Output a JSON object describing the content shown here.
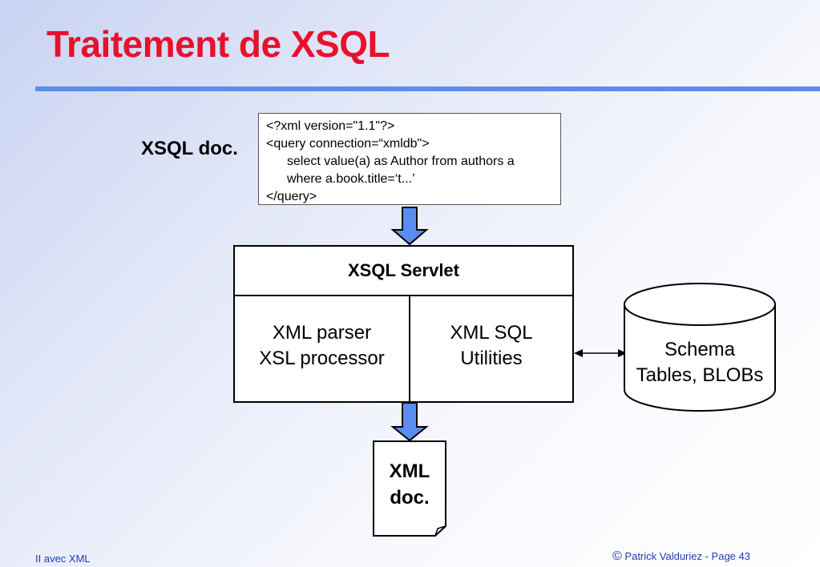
{
  "slide": {
    "title": "Traitement de XSQL",
    "footer_left": "II avec XML",
    "footer_copyright": "©",
    "footer_author": "Patrick Valduriez - Page",
    "page_number": "43"
  },
  "diagram": {
    "xsql_doc_label": "XSQL doc.",
    "code_lines": [
      "<?xml version=\"1.1\"?>",
      "<query connection=“xmldb\">",
      "select value(a) as Author from authors a",
      "where a.book.title=‘t...’",
      "</query>"
    ],
    "servlet_title": "XSQL Servlet",
    "servlet_left": [
      "XML parser",
      "XSL processor"
    ],
    "servlet_right": [
      "XML SQL",
      "Utilities"
    ],
    "database": [
      "Schema",
      "Tables, BLOBs"
    ],
    "output_doc": [
      "XML",
      "doc."
    ]
  },
  "colors": {
    "title": "#e8102c",
    "rule": "#5b8cf0",
    "arrow_fill": "#5b8cf0",
    "footer": "#1e3cb4"
  }
}
